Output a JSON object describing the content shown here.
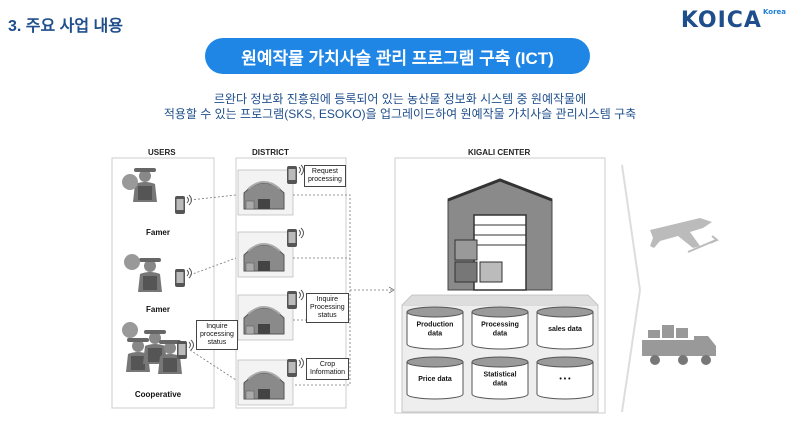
{
  "header": {
    "section_title": "3. 주요 사업 내용",
    "logo_text": "KOICA",
    "logo_small": "Korea"
  },
  "banner": {
    "title": "원예작물 가치사슬 관리 프로그램 구축 (ICT)"
  },
  "subtitle": {
    "line1": "르완다 정보화 진흥원에 등록되어 있는 농산물 정보화 시스템 중 원예작물에",
    "line2": "적용할 수 있는 프로그램(SKS, ESOKO)을 업그레이드하여 원예작물 가치사슬 관리시스템 구축"
  },
  "columns": {
    "users": "USERS",
    "district": "DISTRICT",
    "center": "KIGALI CENTER"
  },
  "users": [
    {
      "label": "Famer"
    },
    {
      "label": "Famer"
    },
    {
      "label": "Cooperative"
    }
  ],
  "notes": {
    "request": [
      "Request",
      "processing"
    ],
    "inquire_district": [
      "Inquire",
      "Processing",
      "status"
    ],
    "crop": [
      "Crop",
      "Information"
    ],
    "inquire_user": [
      "Inquire",
      "processing",
      "status"
    ]
  },
  "databases": [
    {
      "label": [
        "Production",
        "data"
      ]
    },
    {
      "label": [
        "Processing",
        "data"
      ]
    },
    {
      "label": [
        "sales data"
      ]
    },
    {
      "label": [
        "Price data"
      ]
    },
    {
      "label": [
        "Statistical",
        "data"
      ]
    },
    {
      "label": [
        "• • •"
      ]
    }
  ],
  "colors": {
    "accent": "#1f86e6",
    "title": "#1f4e8c",
    "icons": "#8a8a8a"
  },
  "icons": [
    "farmer-icon",
    "phone-icon",
    "warehouse-icon",
    "airplane-icon",
    "truck-icon",
    "database-icon"
  ]
}
